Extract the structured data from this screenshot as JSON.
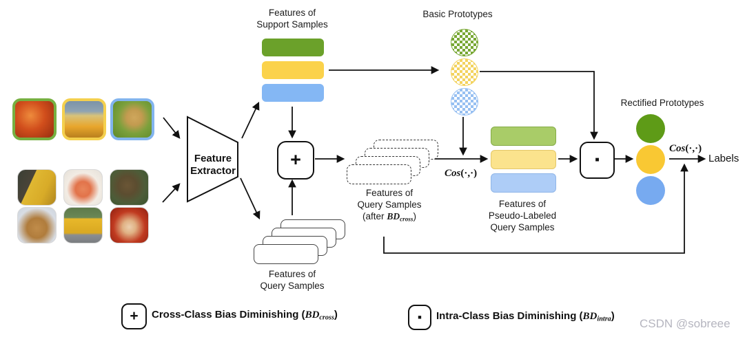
{
  "titles": {
    "support_features": [
      "Features of",
      "Support Samples"
    ],
    "basic_prototypes": "Basic Prototypes",
    "rectified_prototypes": "Rectified Prototypes",
    "query_features": [
      "Features of",
      "Query Samples"
    ],
    "query_after": [
      "Features of",
      "Query Samples"
    ],
    "query_after_math": {
      "pre": "(after ",
      "bd": "BD",
      "sub": "cross",
      "post": ")"
    },
    "pseudo_features": [
      "Features of",
      "Pseudo-Labeled",
      "Query Samples"
    ],
    "extractor": [
      "Feature",
      "Extractor"
    ],
    "labels": "Labels"
  },
  "math": {
    "cos": "Cos",
    "cos_args": "(·,·)"
  },
  "operators": {
    "plus": "+",
    "dot": "■"
  },
  "legend": {
    "cross": {
      "symbol": "+",
      "pre": "Cross-Class Bias Diminishing (",
      "bd": "BD",
      "sub": "cross",
      "post": ")"
    },
    "intra": {
      "symbol": "■",
      "pre": "Intra-Class Bias Diminishing (",
      "bd": "BD",
      "sub": "intra",
      "post": ")"
    }
  },
  "samples": {
    "support": [
      "crab",
      "school-bus",
      "dog-in-grass"
    ],
    "query": [
      "yellow-bus-street",
      "crab-legs-plate",
      "dark-dog",
      "golden-retriever",
      "yellow-van",
      "crab-bowl"
    ]
  },
  "colors": {
    "class_green": "#6ba12a",
    "class_yellow": "#fbd24b",
    "class_blue": "#84b7f4",
    "pseudo_green": "#a9cc68",
    "pseudo_yellow": "#fbe38d",
    "pseudo_blue": "#aecdf7",
    "rectified_green": "#5e9b17",
    "rectified_yellow": "#f9c833",
    "rectified_blue": "#77aaf0",
    "line": "#111111",
    "watermark": "#b5b5bf"
  },
  "watermark": "CSDN @sobreee"
}
